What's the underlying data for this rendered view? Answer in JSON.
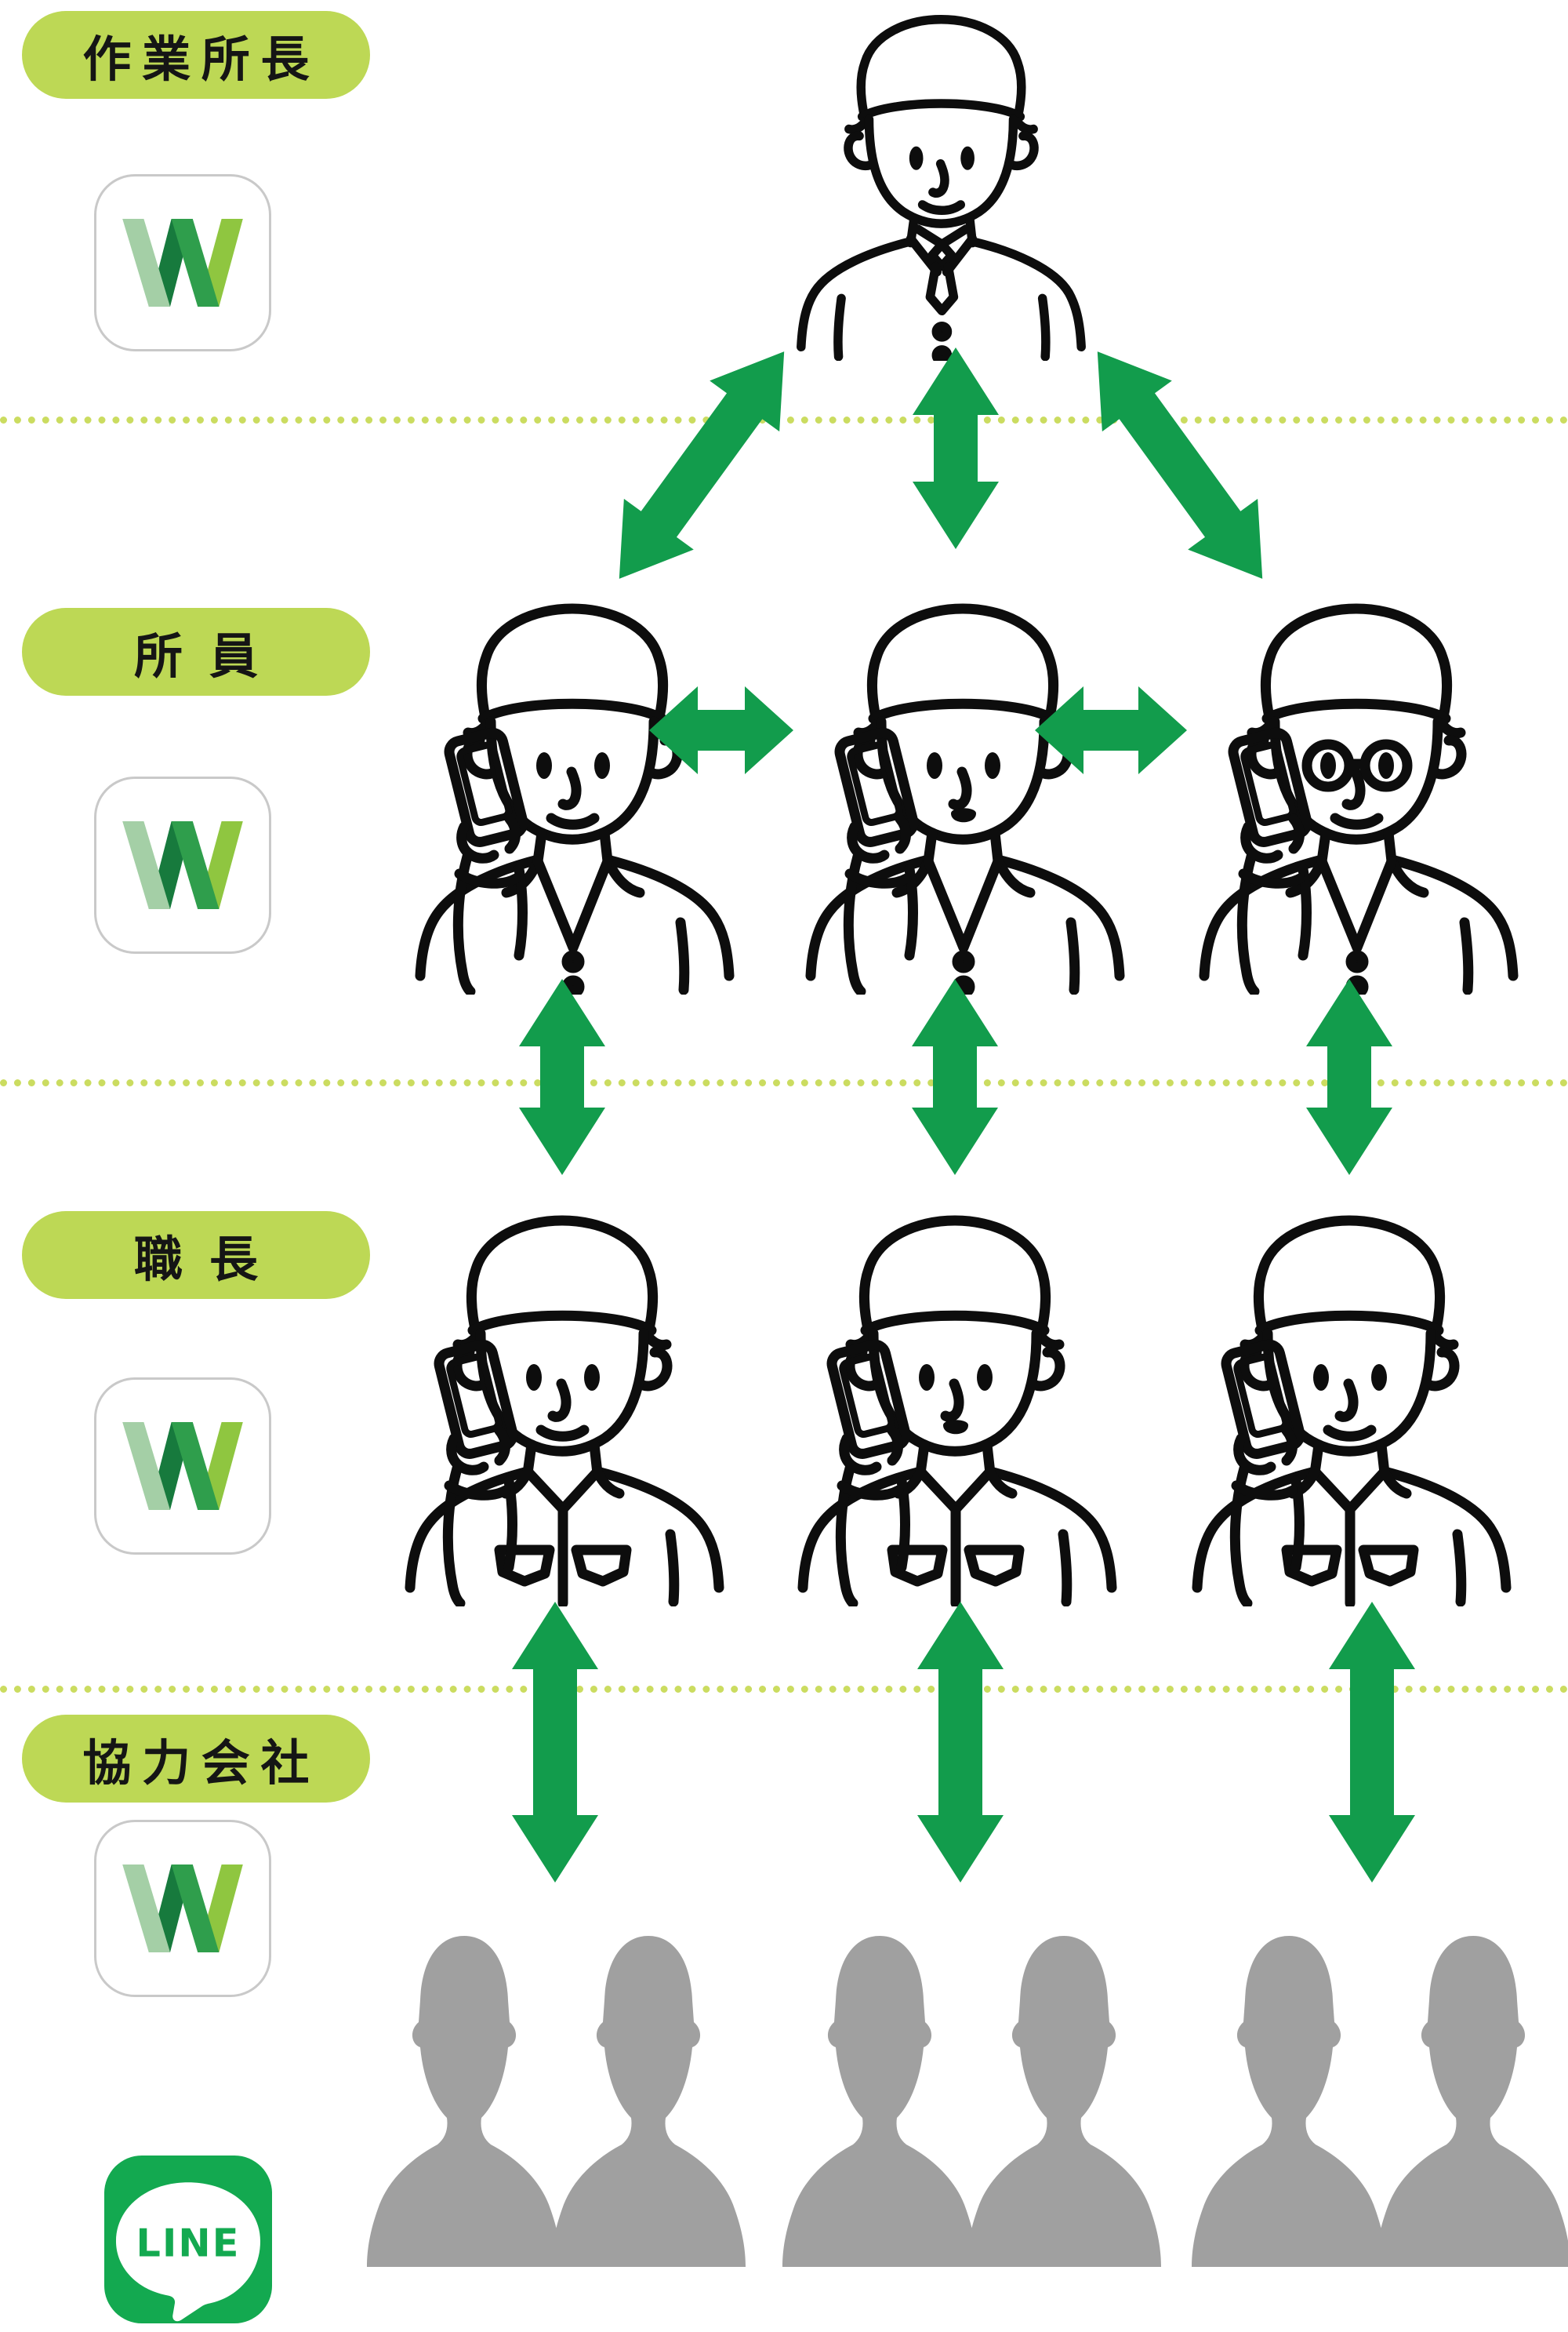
{
  "diagram": {
    "levels": [
      {
        "id": "site-manager",
        "label": "作業所長",
        "apps": [
          "works"
        ],
        "people": 1
      },
      {
        "id": "staff",
        "label": "所員",
        "apps": [
          "works"
        ],
        "people": 3
      },
      {
        "id": "foreman",
        "label": "職長",
        "apps": [
          "works"
        ],
        "people": 3
      },
      {
        "id": "partner-company",
        "label": "協力会社",
        "apps": [
          "works",
          "line"
        ],
        "people": "3 groups of 2 silhouettes"
      }
    ],
    "connections": [
      {
        "between": "site-manager and staff",
        "type": "double-headed-arrow",
        "count": 3
      },
      {
        "between": "staff and staff (peer)",
        "type": "double-headed-arrow",
        "count": 2
      },
      {
        "between": "staff and foreman",
        "type": "double-headed-arrow",
        "count": 3
      },
      {
        "between": "foreman and partner-company",
        "type": "double-headed-arrow",
        "count": 3
      }
    ]
  },
  "icons": {
    "works_app": "W",
    "line_app": "LINE"
  },
  "colors": {
    "label_pill": "#bdd855",
    "dotted_divider": "#cbdc60",
    "arrow_green": "#129c4c",
    "silhouette_gray": "#a0a0a0",
    "line_green": "#13a950",
    "w_sage": "#a4cfa6",
    "w_dark_green": "#177a3d",
    "w_green": "#2f9e4c",
    "w_lime": "#8fc640",
    "line_art": "#0d0d0d"
  }
}
